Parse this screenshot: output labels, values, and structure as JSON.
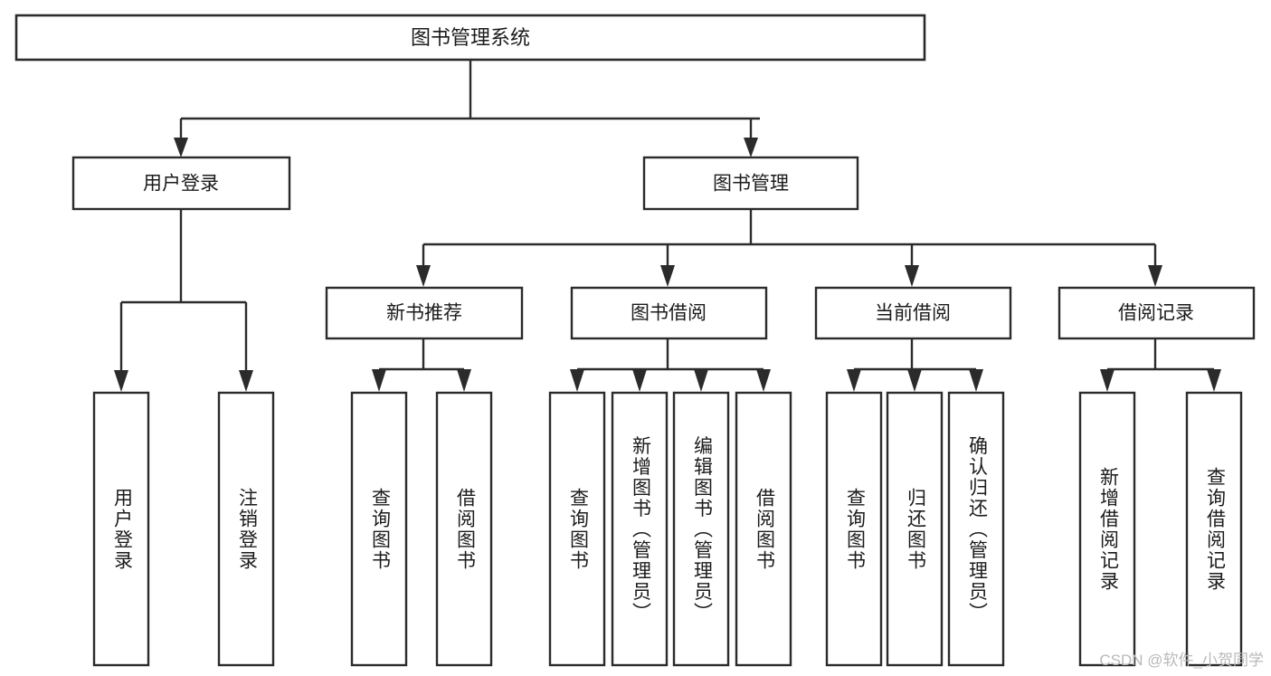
{
  "diagram": {
    "title": "图书管理系统",
    "type": "hierarchy-tree",
    "root": {
      "id": "root",
      "label": "图书管理系统"
    },
    "level2": [
      {
        "id": "user-login",
        "label": "用户登录"
      },
      {
        "id": "book-management",
        "label": "图书管理"
      }
    ],
    "level3": [
      {
        "id": "new-book-recommend",
        "label": "新书推荐",
        "parent": "book-management"
      },
      {
        "id": "book-borrow",
        "label": "图书借阅",
        "parent": "book-management"
      },
      {
        "id": "current-borrow",
        "label": "当前借阅",
        "parent": "book-management"
      },
      {
        "id": "borrow-record",
        "label": "借阅记录",
        "parent": "book-management"
      }
    ],
    "leaves": [
      {
        "id": "leaf-user-login",
        "label": "用户登录",
        "parent": "user-login"
      },
      {
        "id": "leaf-logout-login",
        "label": "注销登录",
        "parent": "user-login"
      },
      {
        "id": "leaf-query-book-1",
        "label": "查询图书",
        "parent": "new-book-recommend"
      },
      {
        "id": "leaf-borrow-book-1",
        "label": "借阅图书",
        "parent": "new-book-recommend"
      },
      {
        "id": "leaf-query-book-2",
        "label": "查询图书",
        "parent": "book-borrow"
      },
      {
        "id": "leaf-add-book",
        "label": "新增图书（管理员）",
        "parent": "book-borrow"
      },
      {
        "id": "leaf-edit-book",
        "label": "编辑图书（管理员）",
        "parent": "book-borrow"
      },
      {
        "id": "leaf-borrow-book-2",
        "label": "借阅图书",
        "parent": "book-borrow"
      },
      {
        "id": "leaf-query-book-3",
        "label": "查询图书",
        "parent": "current-borrow"
      },
      {
        "id": "leaf-return-book",
        "label": "归还图书",
        "parent": "current-borrow"
      },
      {
        "id": "leaf-confirm-return",
        "label": "确认归还（管理员）",
        "parent": "current-borrow"
      },
      {
        "id": "leaf-add-record",
        "label": "新增借阅记录",
        "parent": "borrow-record"
      },
      {
        "id": "leaf-query-record",
        "label": "查询借阅记录",
        "parent": "borrow-record"
      }
    ],
    "colors": {
      "stroke": "#2b2b2b",
      "fill": "#ffffff",
      "text": "#1b1b1b",
      "watermark": "#b9b9b9"
    }
  },
  "watermark": {
    "text": "CSDN @软件_小贺同学"
  }
}
